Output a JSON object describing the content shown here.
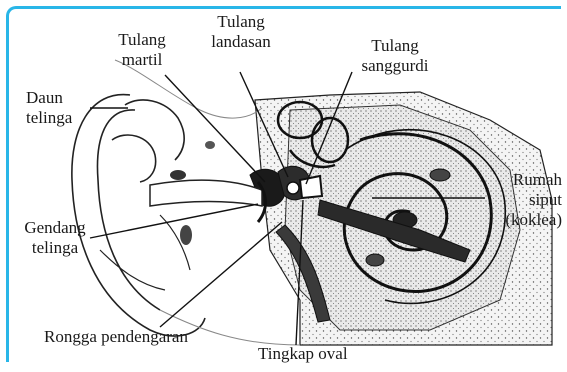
{
  "labels": {
    "daun_telinga": "Daun\ntelinga",
    "tulang_martil": "Tulang\nmartil",
    "tulang_landasan": "Tulang\nlandasan",
    "tulang_sanggurdi": "Tulang\nsanggurdi",
    "rumah_siput": "Rumah\nsiput\n(koklea)",
    "gendang_telinga": "Gendang\ntelinga",
    "rongga_pendengaran": "Rongga pendengaran",
    "tingkap_oval": "Tingkap oval"
  },
  "colors": {
    "frame": "#29b6e8",
    "ink": "#1a1a1a"
  }
}
